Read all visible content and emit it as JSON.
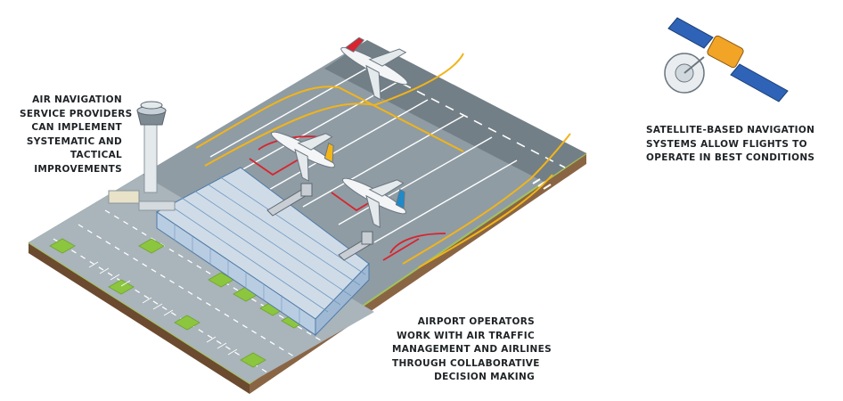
{
  "captions": {
    "air_navigation": [
      "AIR NAVIGATION",
      "SERVICE PROVIDERS",
      "CAN IMPLEMENT",
      "SYSTEMATIC AND",
      "TACTICAL",
      "IMPROVEMENTS"
    ],
    "satellite": [
      "SATELLITE-BASED NAVIGATION",
      "SYSTEMS ALLOW FLIGHTS TO",
      "OPERATE IN BEST CONDITIONS"
    ],
    "airport_operators": [
      "AIRPORT OPERATORS",
      "WORK WITH AIR TRAFFIC",
      "MANAGEMENT AND AIRLINES",
      "THROUGH COLLABORATIVE",
      "DECISION MAKING"
    ]
  },
  "colors": {
    "ground": "#a4b0b7",
    "apron": "#8e9ba3",
    "soil": "#7d5a3c",
    "grass": "#8cc63f",
    "taxi_line": "#f2b418",
    "stand_line": "#d9232d",
    "terminal_glass": "#dce9f5",
    "terminal_frame": "#5a87b5"
  },
  "icons": [
    "control-tower-icon",
    "satellite-icon",
    "airplane-icon",
    "terminal-building-icon"
  ]
}
